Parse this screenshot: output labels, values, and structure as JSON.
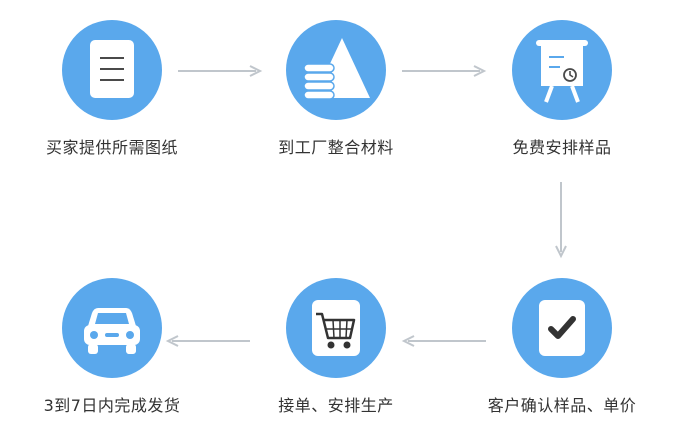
{
  "steps": [
    {
      "label": "买家提供所需图纸",
      "icon": "document-icon"
    },
    {
      "label": "到工厂整合材料",
      "icon": "materials-icon"
    },
    {
      "label": "免费安排样品",
      "icon": "presentation-board-icon"
    },
    {
      "label": "客户确认样品、单价",
      "icon": "checkmark-icon"
    },
    {
      "label": "接单、安排生产",
      "icon": "shopping-cart-icon"
    },
    {
      "label": "3到7日内完成发货",
      "icon": "car-icon"
    }
  ],
  "colors": {
    "circle": "#5aa8ec",
    "arrow": "#c0c6cc",
    "text": "#333333"
  }
}
